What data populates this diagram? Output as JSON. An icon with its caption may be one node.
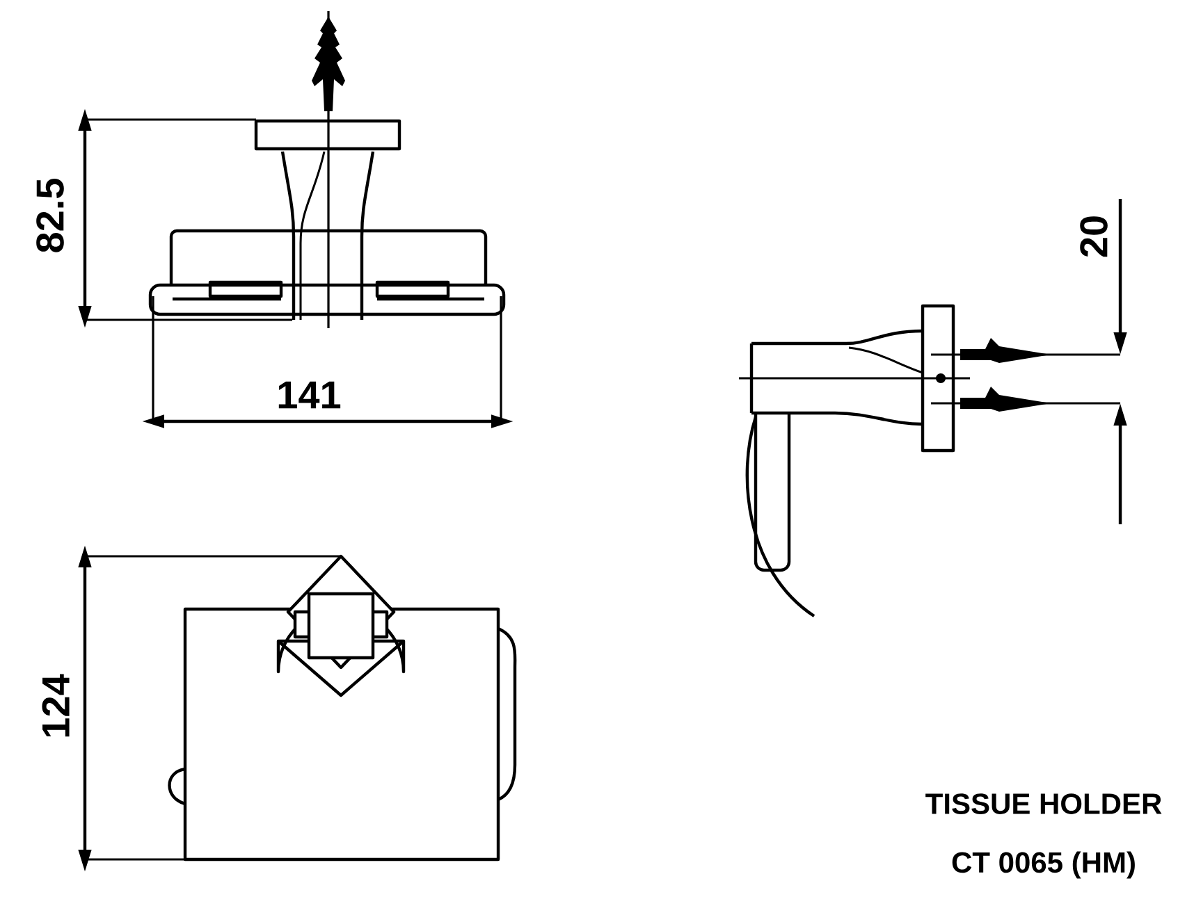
{
  "diagram": {
    "labels": [
      "82.5",
      "141",
      "20",
      "124",
      "TISSUE HOLDER",
      "CT 0065 (HM)"
    ]
  }
}
